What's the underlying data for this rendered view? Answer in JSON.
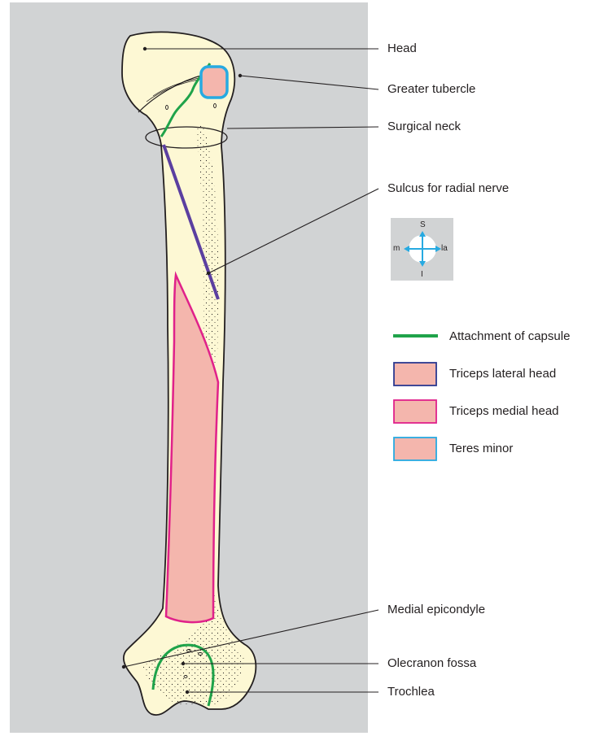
{
  "labels": {
    "head": "Head",
    "greater_tubercle": "Greater tubercle",
    "surgical_neck": "Surgical neck",
    "sulcus_radial_nerve": "Sulcus for radial nerve",
    "medial_epicondyle": "Medial epicondyle",
    "olecranon_fossa": "Olecranon fossa",
    "trochlea": "Trochlea"
  },
  "orientation": {
    "superior": "S",
    "inferior": "I",
    "medial": "m",
    "lateral": "la"
  },
  "legend": [
    {
      "label": "Attachment of capsule",
      "symbol": "line",
      "color": "#1fa34a"
    },
    {
      "label": "Triceps lateral head",
      "symbol": "box",
      "fill": "#f4b6ad",
      "border": "#2b3990"
    },
    {
      "label": "Triceps medial head",
      "symbol": "box",
      "fill": "#f4b6ad",
      "border": "#e0218a"
    },
    {
      "label": "Teres minor",
      "symbol": "box",
      "fill": "#f4b6ad",
      "border": "#27aae1"
    }
  ],
  "colors": {
    "background": "#d1d3d4",
    "bone": "#fdf8d4",
    "capsule": "#1fa34a",
    "triceps_lateral": "#2b3990",
    "triceps_lateral_line": "#5b3fa0",
    "triceps_medial": "#e0218a",
    "teres_minor": "#27aae1",
    "muscle_fill": "#f4b6ad"
  }
}
